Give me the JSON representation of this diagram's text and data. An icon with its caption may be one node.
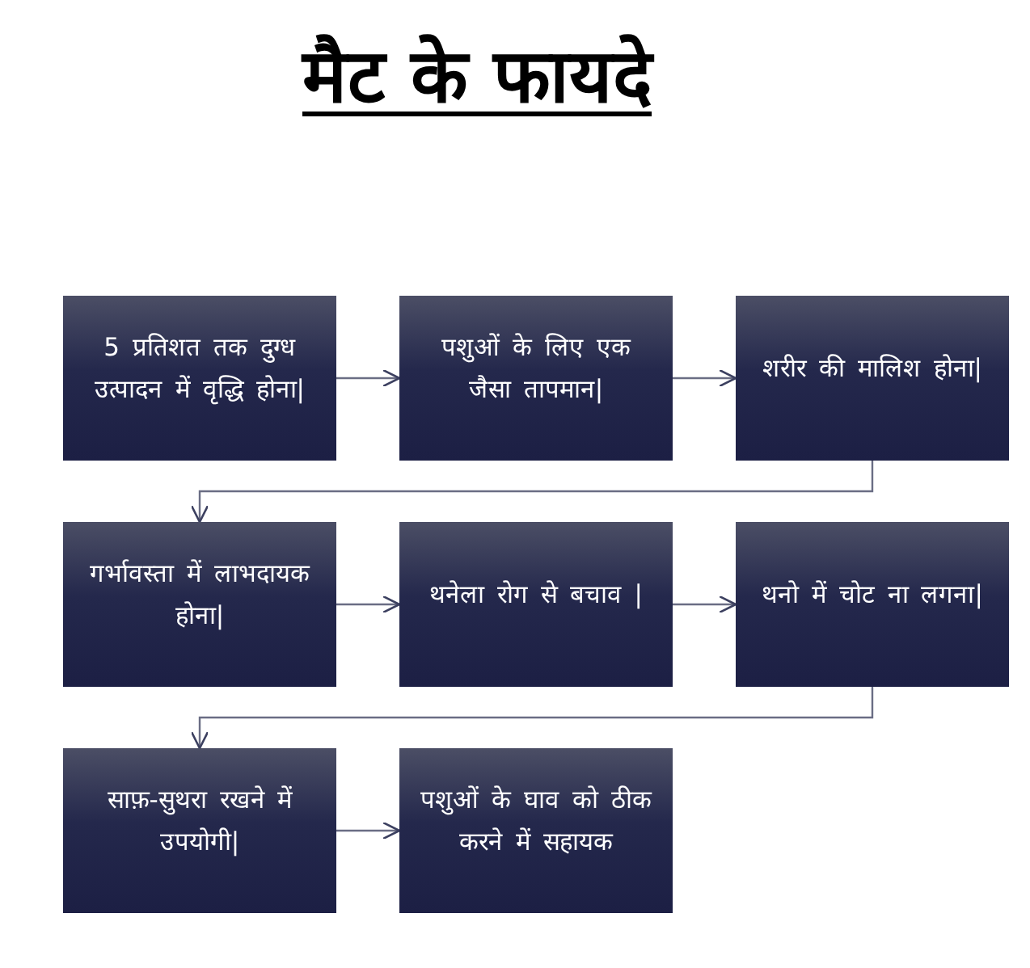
{
  "diagram": {
    "title": "मैट के फायदे",
    "nodes": [
      {
        "text": [
          "5 प्रतिशत तक दुग्ध उत्पादन में वृद्धि होना|"
        ]
      },
      {
        "text": [
          "पशुओं के लिए एक जैसा तापमान|"
        ]
      },
      {
        "text": [
          "शरीर की मालिश होना|"
        ]
      },
      {
        "text": [
          "गर्भावस्ता में लाभदायक होना|"
        ]
      },
      {
        "text": [
          "थनेला रोग से बचाव |"
        ]
      },
      {
        "text": [
          "थनो में चोट ना लगना|"
        ]
      },
      {
        "text": [
          "साफ़-सुथरा रखने में उपयोगी|"
        ]
      },
      {
        "text": [
          "पशुओं के घाव को ठीक करने में सहायक"
        ]
      }
    ],
    "edges": [
      {
        "from": 0,
        "to": 1,
        "arrow": "to"
      },
      {
        "from": 1,
        "to": 2,
        "arrow": "to"
      },
      {
        "from": 2,
        "to": 3,
        "arrow": "to"
      },
      {
        "from": 3,
        "to": 4,
        "arrow": "to"
      },
      {
        "from": 4,
        "to": 5,
        "arrow": "to"
      },
      {
        "from": 5,
        "to": 6,
        "arrow": "to"
      },
      {
        "from": 6,
        "to": 7,
        "arrow": "to"
      }
    ]
  }
}
